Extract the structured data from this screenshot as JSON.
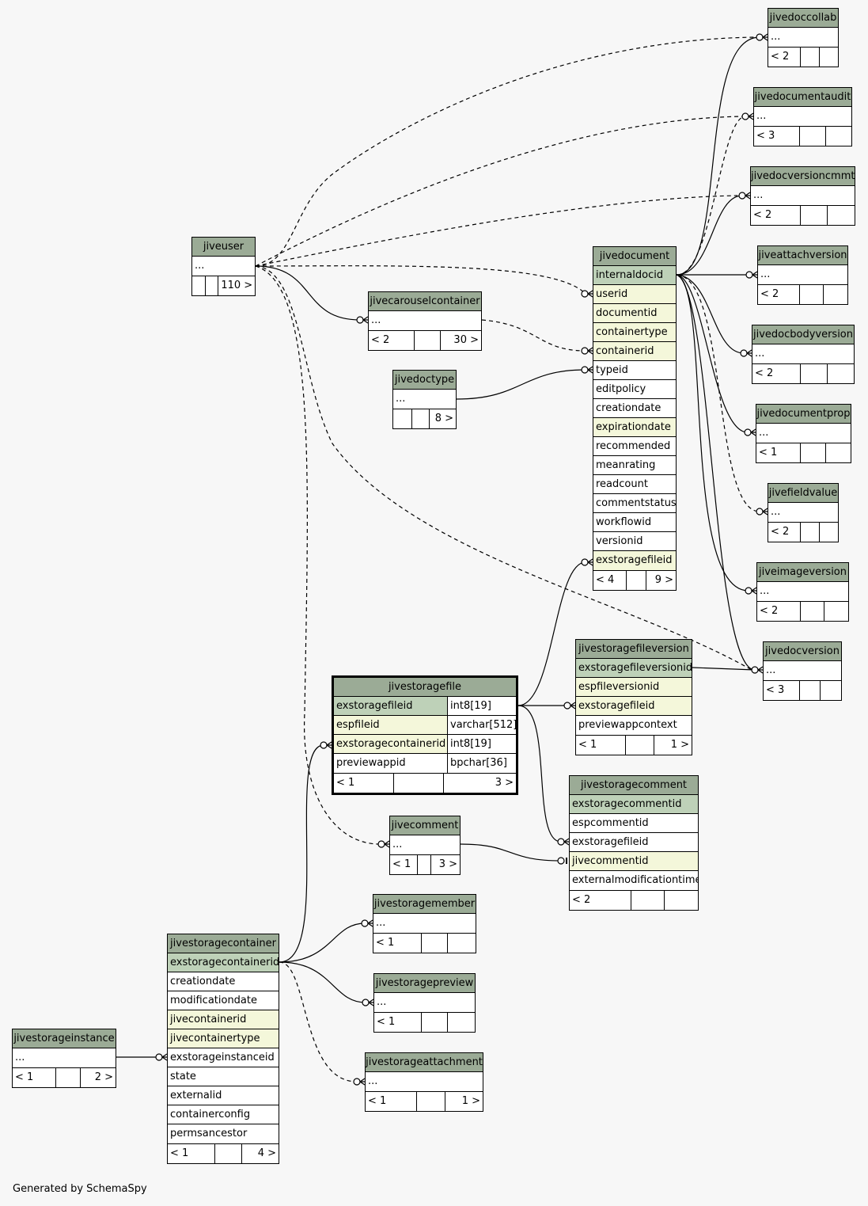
{
  "credit": "Generated by SchemaSpy",
  "tables": {
    "jivedoccollab": {
      "name": "jivedoccollab",
      "rows": [
        "..."
      ],
      "foot": [
        "< 2",
        "",
        ""
      ]
    },
    "jivedocumentaudit": {
      "name": "jivedocumentaudit",
      "rows": [
        "..."
      ],
      "foot": [
        "< 3",
        "",
        ""
      ]
    },
    "jivedocversioncmmt": {
      "name": "jivedocversioncmmt",
      "rows": [
        "..."
      ],
      "foot": [
        "< 2",
        "",
        ""
      ]
    },
    "jiveattachversion": {
      "name": "jiveattachversion",
      "rows": [
        "..."
      ],
      "foot": [
        "< 2",
        "",
        ""
      ]
    },
    "jivedocbodyversion": {
      "name": "jivedocbodyversion",
      "rows": [
        "..."
      ],
      "foot": [
        "< 2",
        "",
        ""
      ]
    },
    "jivedocumentprop": {
      "name": "jivedocumentprop",
      "rows": [
        "..."
      ],
      "foot": [
        "< 1",
        "",
        ""
      ]
    },
    "jivefieldvalue": {
      "name": "jivefieldvalue",
      "rows": [
        "..."
      ],
      "foot": [
        "< 2",
        "",
        ""
      ]
    },
    "jiveimageversion": {
      "name": "jiveimageversion",
      "rows": [
        "..."
      ],
      "foot": [
        "< 2",
        "",
        ""
      ]
    },
    "jivedocversion": {
      "name": "jivedocversion",
      "rows": [
        "..."
      ],
      "foot": [
        "< 3",
        "",
        ""
      ]
    },
    "jiveuser": {
      "name": "jiveuser",
      "rows": [
        "..."
      ],
      "foot": [
        "",
        "",
        "110 >"
      ]
    },
    "jivecarouselcontainer": {
      "name": "jivecarouselcontainer",
      "rows": [
        "..."
      ],
      "foot": [
        "< 2",
        "",
        "30 >"
      ]
    },
    "jivedoctype": {
      "name": "jivedoctype",
      "rows": [
        "..."
      ],
      "foot": [
        "",
        "",
        "8 >"
      ]
    },
    "jivedocument": {
      "name": "jivedocument",
      "rows": [
        "internaldocid",
        "userid",
        "documentid",
        "containertype",
        "containerid",
        "typeid",
        "editpolicy",
        "creationdate",
        "expirationdate",
        "recommended",
        "meanrating",
        "readcount",
        "commentstatus",
        "workflowid",
        "versionid",
        "exstoragefileid"
      ],
      "foot": [
        "< 4",
        "",
        "9 >"
      ]
    },
    "jivestoragefile": {
      "name": "jivestoragefile",
      "rows": [
        "exstoragefileid",
        "espfileid",
        "exstoragecontainerid",
        "previewappid"
      ],
      "types": [
        "int8[19]",
        "varchar[512]",
        "int8[19]",
        "bpchar[36]"
      ],
      "foot": [
        "< 1",
        "",
        "3 >"
      ]
    },
    "jivestoragefileversion": {
      "name": "jivestoragefileversion",
      "rows": [
        "exstoragefileversionid",
        "espfileversionid",
        "exstoragefileid",
        "previewappcontext"
      ],
      "foot": [
        "< 1",
        "",
        "1 >"
      ]
    },
    "jivecomment": {
      "name": "jivecomment",
      "rows": [
        "..."
      ],
      "foot": [
        "< 1",
        "",
        "3 >"
      ]
    },
    "jivestoragecomment": {
      "name": "jivestoragecomment",
      "rows": [
        "exstoragecommentid",
        "espcommentid",
        "exstoragefileid",
        "jivecommentid",
        "externalmodificationtime"
      ],
      "foot": [
        "< 2",
        "",
        ""
      ]
    },
    "jivestoragemember": {
      "name": "jivestoragemember",
      "rows": [
        "..."
      ],
      "foot": [
        "< 1",
        "",
        ""
      ]
    },
    "jivestoragepreview": {
      "name": "jivestoragepreview",
      "rows": [
        "..."
      ],
      "foot": [
        "< 1",
        "",
        ""
      ]
    },
    "jivestorageattachment": {
      "name": "jivestorageattachment",
      "rows": [
        "..."
      ],
      "foot": [
        "< 1",
        "",
        "1 >"
      ]
    },
    "jivestoragecontainer": {
      "name": "jivestoragecontainer",
      "rows": [
        "exstoragecontainerid",
        "creationdate",
        "modificationdate",
        "jivecontainerid",
        "jivecontainertype",
        "exstorageinstanceid",
        "state",
        "externalid",
        "containerconfig",
        "permsancestor"
      ],
      "foot": [
        "< 1",
        "",
        "4 >"
      ]
    },
    "jivestorageinstance": {
      "name": "jivestorageinstance",
      "rows": [
        "..."
      ],
      "foot": [
        "< 1",
        "",
        "2 >"
      ]
    }
  },
  "colors": {
    "header": "#9bab96",
    "pk": "#bed1b8",
    "fk": "#f4f7da",
    "background": "#f7f7f7"
  }
}
